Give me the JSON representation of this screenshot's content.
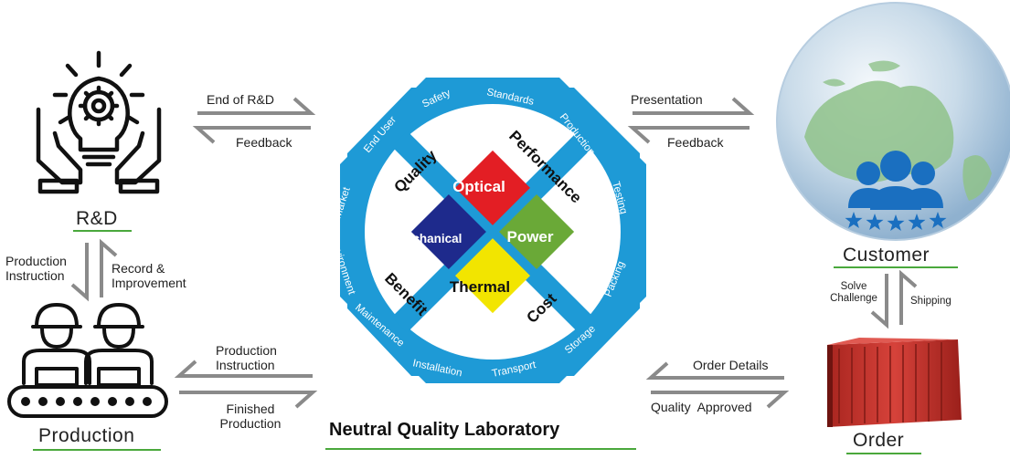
{
  "nodes": {
    "rd": "R&D",
    "production": "Production",
    "customer": "Customer",
    "order": "Order",
    "lab": "Neutral Quality Laboratory"
  },
  "flows": {
    "rd_to_lab": "End of R&D",
    "lab_to_rd": "Feedback",
    "lab_to_customer": "Presentation",
    "customer_to_lab": "Feedback",
    "rd_to_production": [
      "Production",
      "Instruction"
    ],
    "production_to_rd": [
      "Record &",
      "Improvement"
    ],
    "lab_to_production": [
      "Production",
      "Instruction"
    ],
    "production_to_lab": [
      "Finished",
      "Production"
    ],
    "customer_to_order": [
      "Solve",
      "Challenge"
    ],
    "order_to_customer": "Shipping",
    "order_to_lab": "Order Details",
    "lab_to_order": "Quality  Approved"
  },
  "ring_labels": [
    "Safety",
    "Standards",
    "Production",
    "Testing",
    "Packing",
    "Storage",
    "Transport",
    "Installation",
    "Maintenance",
    "Environment",
    "Market",
    "End User"
  ],
  "segments": {
    "quality": "Quality",
    "performance": "Performance",
    "benefit": "Benefit",
    "cost": "Cost"
  },
  "center": {
    "optical": "Optical",
    "mechanical": "Mechanical",
    "power": "Power",
    "thermal": "Thermal"
  },
  "colors": {
    "ring": "#1e9ad6",
    "arrow": "#8a8a8a",
    "underline": "#4aa83c",
    "optical": "#e31e24",
    "mechanical": "#1e2a8c",
    "power": "#6aa937",
    "thermal": "#f2e500",
    "customer_icon": "#1a6fc0",
    "container": "#c8332a"
  },
  "icons": {
    "rd": "lightbulb-gear-hands-icon",
    "production": "workers-conveyor-icon",
    "customer": "globe-customers-icon",
    "order": "shipping-container-icon"
  }
}
